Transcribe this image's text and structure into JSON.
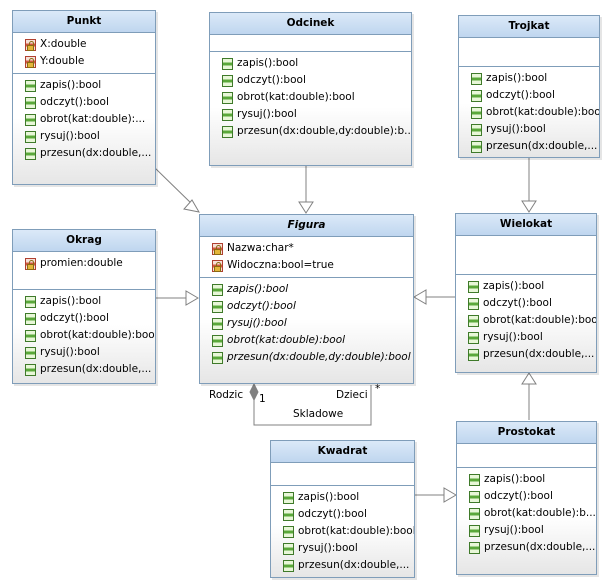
{
  "classes": [
    {
      "id": "punkt",
      "name": "Punkt",
      "abstract": false,
      "attributes": [
        "X:double",
        "Y:double"
      ],
      "methods": [
        "zapis():bool",
        "odczyt():bool",
        "obrot(kat:double):...",
        "rysuj():bool",
        "przesun(dx:double,..."
      ]
    },
    {
      "id": "odcinek",
      "name": "Odcinek",
      "abstract": false,
      "attributes": [],
      "methods": [
        "zapis():bool",
        "odczyt():bool",
        "obrot(kat:double):bool",
        "rysuj():bool",
        "przesun(dx:double,dy:double):b..."
      ]
    },
    {
      "id": "trojkat",
      "name": "Trojkat",
      "abstract": false,
      "attributes": [],
      "methods": [
        "zapis():bool",
        "odczyt():bool",
        "obrot(kat:double):bool",
        "rysuj():bool",
        "przesun(dx:double,..."
      ]
    },
    {
      "id": "okrag",
      "name": "Okrag",
      "abstract": false,
      "attributes": [
        "promien:double"
      ],
      "methods": [
        "zapis():bool",
        "odczyt():bool",
        "obrot(kat:double):bool",
        "rysuj():bool",
        "przesun(dx:double,..."
      ]
    },
    {
      "id": "figura",
      "name": "Figura",
      "abstract": true,
      "attributes": [
        "Nazwa:char*",
        "Widoczna:bool=true"
      ],
      "methods": [
        "zapis():bool",
        "odczyt():bool",
        "rysuj():bool",
        "obrot(kat:double):bool",
        "przesun(dx:double,dy:double):bool"
      ]
    },
    {
      "id": "wielokat",
      "name": "Wielokat",
      "abstract": false,
      "attributes": [],
      "methods": [
        "zapis():bool",
        "odczyt():bool",
        "obrot(kat:double):bool",
        "rysuj():bool",
        "przesun(dx:double,..."
      ]
    },
    {
      "id": "kwadrat",
      "name": "Kwadrat",
      "abstract": false,
      "attributes": [],
      "methods": [
        "zapis():bool",
        "odczyt():bool",
        "obrot(kat:double):bool",
        "rysuj():bool",
        "przesun(dx:double,..."
      ]
    },
    {
      "id": "prostokat",
      "name": "Prostokat",
      "abstract": false,
      "attributes": [],
      "methods": [
        "zapis():bool",
        "odczyt():bool",
        "obrot(kat:double):b...",
        "rysuj():bool",
        "przesun(dx:double,..."
      ]
    }
  ],
  "relations": [
    {
      "type": "generalization",
      "from": "Punkt",
      "to": "Figura"
    },
    {
      "type": "generalization",
      "from": "Odcinek",
      "to": "Figura"
    },
    {
      "type": "generalization",
      "from": "Okrag",
      "to": "Figura"
    },
    {
      "type": "generalization",
      "from": "Wielokat",
      "to": "Figura"
    },
    {
      "type": "generalization",
      "from": "Trojkat",
      "to": "Wielokat"
    },
    {
      "type": "generalization",
      "from": "Prostokat",
      "to": "Wielokat"
    },
    {
      "type": "generalization",
      "from": "Kwadrat",
      "to": "Prostokat"
    },
    {
      "type": "composition",
      "from": "Figura",
      "to": "Figura",
      "name": "Skladowe",
      "source_role": "Rodzic",
      "source_mult": "1",
      "target_role": "Dzieci",
      "target_mult": "*"
    }
  ],
  "labels": {
    "rodzic": "Rodzic",
    "mult_one": "1",
    "dzieci": "Dzieci",
    "mult_many": "*",
    "skladowe": "Skladowe"
  }
}
